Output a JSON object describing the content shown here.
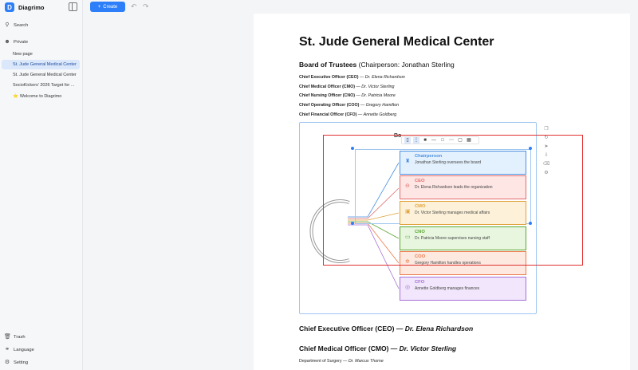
{
  "app": {
    "name": "Diagrimo",
    "logo_letter": "D"
  },
  "sidebar": {
    "search_label": "Search",
    "private_label": "Private",
    "pages": [
      {
        "label": "New page",
        "active": false,
        "emoji": ""
      },
      {
        "label": "St. Jude General Medical Center",
        "active": true,
        "emoji": ""
      },
      {
        "label": "St. Jude General Medical Center",
        "active": false,
        "emoji": ""
      },
      {
        "label": "SocioKickers' 2026 Target for ...",
        "active": false,
        "emoji": ""
      },
      {
        "label": "Welcome to Diagrimo",
        "active": false,
        "emoji": "⭐"
      }
    ],
    "trash_label": "Trash",
    "language_label": "Language",
    "setting_label": "Setting"
  },
  "toolbar": {
    "create_label": "Create",
    "create_icon": "+"
  },
  "document": {
    "title": "St. Jude General Medical Center",
    "board_heading": "Board of Trustees",
    "board_heading_rest": "(Chairperson: Jonathan Sterling",
    "officers": [
      {
        "role": "Chief Executive Officer (CEO)",
        "name": "Dr. Elena Richardson"
      },
      {
        "role": "Chief Medical Officer (CMO)",
        "name": "Dr. Victor Sterling"
      },
      {
        "role": "Chief Nursing Officer (CNO)",
        "name": "Dr. Patricia Moore"
      },
      {
        "role": "Chief Operating Officer (COO)",
        "name": "Gregory Hamilton"
      },
      {
        "role": "Chief Financial Officer (CFO)",
        "name": "Annette Goldberg"
      }
    ],
    "section_ceo": {
      "role": "Chief Executive Officer (CEO) —",
      "name": "Dr. Elena Richardson"
    },
    "section_cmo": {
      "role": "Chief Medical Officer (CMO) —",
      "name": "Dr. Victor Sterling"
    },
    "dept_line": {
      "role": "Department of Surgery —",
      "name": "Dr. Marcus Thorne"
    }
  },
  "diagram": {
    "partial_title": "Bo",
    "cards": [
      {
        "title": "Chairperson",
        "desc": "Jonathan Sterling oversees the board",
        "color": "#4a90e2",
        "bg": "#e3f0fd",
        "icon": "♜"
      },
      {
        "title": "CEO",
        "desc": "Dr. Elena Richardson leads the organization",
        "color": "#e26d6d",
        "bg": "#fde6e4",
        "icon": "⊖"
      },
      {
        "title": "CMO",
        "desc": "Dr. Victor Sterling manages medical affairs",
        "color": "#e1a23a",
        "bg": "#fdf2d9",
        "icon": "▣"
      },
      {
        "title": "CNO",
        "desc": "Dr. Patricia Moore supervises nursing staff",
        "color": "#5aa632",
        "bg": "#e8f6df",
        "icon": "▭"
      },
      {
        "title": "COO",
        "desc": "Gregory Hamilton handles operations",
        "color": "#ec7a4b",
        "bg": "#fde9e0",
        "icon": "✲"
      },
      {
        "title": "CFO",
        "desc": "Annette Goldberg manages finances",
        "color": "#a56fd6",
        "bg": "#f1e6fb",
        "icon": "◎"
      }
    ]
  }
}
